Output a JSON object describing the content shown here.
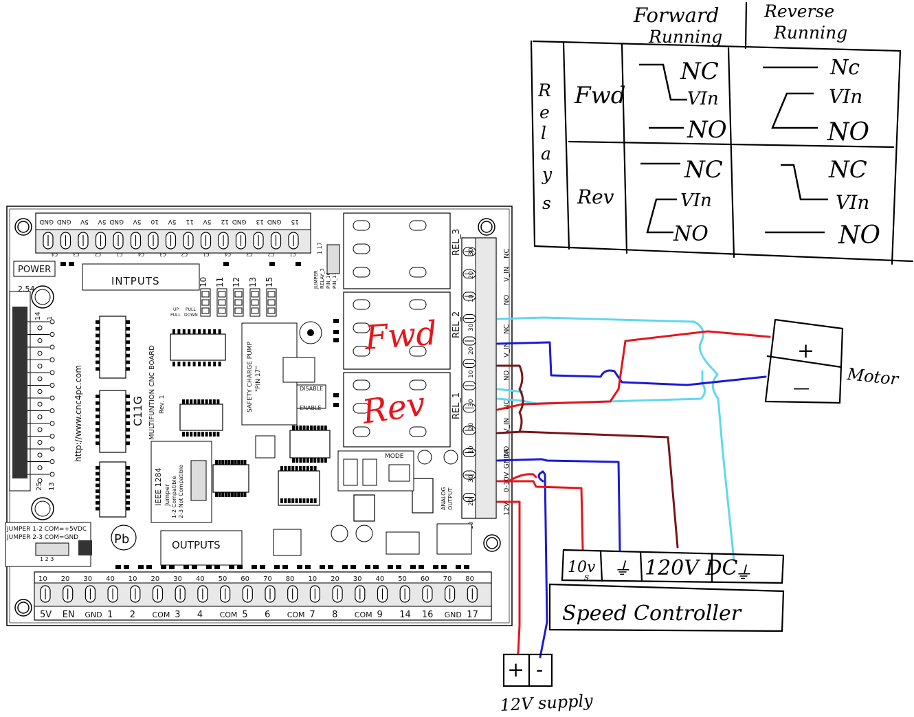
{
  "table": {
    "col_forward": [
      "Forward",
      "Running"
    ],
    "col_reverse": [
      "Reverse",
      "Running"
    ],
    "row_group": "Relays",
    "row_fwd": "Fwd",
    "row_rev": "Rev",
    "nc": "NC",
    "nc_lower": "Nc",
    "vin": "VIn",
    "no": "NO"
  },
  "board": {
    "top_terminal_labels": [
      "GND",
      "GND",
      "5V",
      "5V",
      "GND",
      "5V",
      "10",
      "5V",
      "11",
      "5V",
      "12",
      "GND",
      "13",
      "GND",
      "15"
    ],
    "top_pin_labels": [
      "C4",
      "C3",
      "C2",
      "C1",
      "C4",
      "C3",
      "C2",
      "C1",
      "C4",
      "C3",
      "C2",
      "C1"
    ],
    "power": "POWER",
    "inputs": "INTPUTS",
    "spacing": "2.54",
    "pin14": "14",
    "pin1": "1",
    "pin25": "25",
    "pin13": "13",
    "website": "http://www.cnc4pc.com",
    "model": "C11G",
    "model_sub": "MULTIFUNTION CNC BOARD",
    "rev": "Rev. 1",
    "ieee": "IEEE 1284",
    "jumper_note": [
      "Jumper",
      "1-2 Compatible",
      "2-3 Not Compatible"
    ],
    "charge_pump": [
      "SAFETY CHARGE PUMP",
      "\"PIN 17\""
    ],
    "disable": "DISABLE",
    "enable": "ENABLE",
    "mode": "MODE",
    "analog_output": [
      "ANALOG",
      "OUTPUT"
    ],
    "jumper_com": [
      "JUMPER 1-2 COM=+5VDC",
      "JUMPER 2-3 COM=GND"
    ],
    "jumper_nums": "1 2 3",
    "pb": "Pb",
    "outputs": "OUTPUTS",
    "relay_jumper": [
      "JUMPER",
      "RELAY_3",
      "PIN_16",
      "PIN_17"
    ],
    "jumper_pins": "1  17",
    "pin_numbers": [
      "10",
      "11",
      "12",
      "13",
      "15"
    ],
    "pullup": [
      "PULL",
      "UP",
      "DOWN",
      "PULL"
    ],
    "bottom_numbers": [
      "10",
      "20",
      "30",
      "40",
      "10",
      "20",
      "30",
      "40",
      "50",
      "60",
      "70",
      "80",
      "10",
      "20",
      "30",
      "40",
      "50",
      "60",
      "70",
      "80"
    ],
    "bottom_labels": [
      "5V",
      "EN",
      "GND",
      "1",
      "2",
      "COM",
      "3",
      "4",
      "COM",
      "5",
      "6",
      "COM",
      "7",
      "8",
      "COM",
      "9",
      "14",
      "16",
      "GND",
      "17"
    ],
    "relay_labels": [
      "REL_3",
      "REL_2",
      "REL_1"
    ],
    "relay_terminals": [
      "NC",
      "V_IN",
      "NO"
    ],
    "relay_pin_nums": [
      "30",
      "20",
      "10"
    ],
    "analog_terminals": [
      "GNDA",
      "0-10V",
      "12V"
    ]
  },
  "annotations": {
    "fwd": "Fwd",
    "rev": "Rev",
    "motor": "Motor",
    "plus": "+",
    "minus": "—",
    "speed_controller": "Speed Controller",
    "sc_10v": "10v",
    "sc_s": "s",
    "sc_gnd": "⏚",
    "sc_120": "120V DC",
    "supply_plus": "+",
    "supply_minus": "-",
    "supply": "12V supply"
  },
  "colors": {
    "red": "#e8141b",
    "blue": "#1a1ad6",
    "cyan": "#5ed8f0",
    "maroon": "#7a1416",
    "annotation_red": "#e8141b"
  }
}
